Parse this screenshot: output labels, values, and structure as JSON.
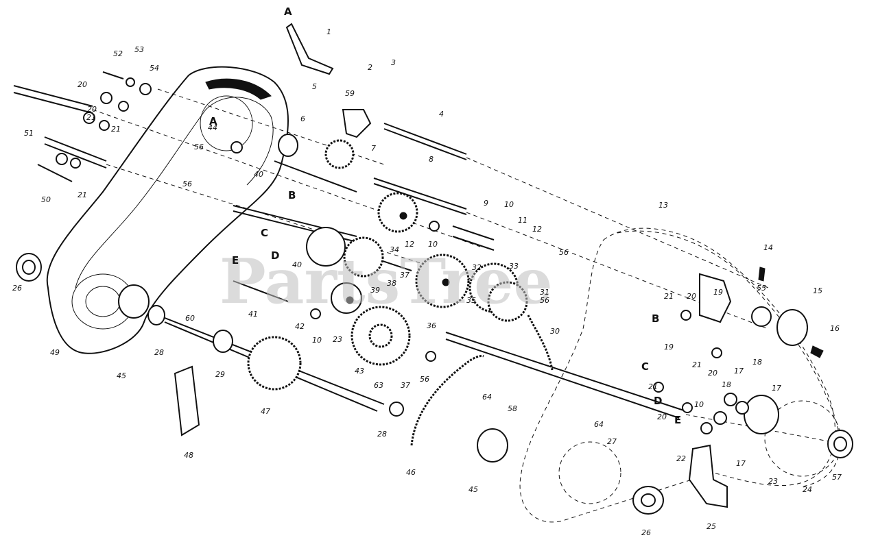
{
  "watermark": "PartsTree",
  "reference_letters": [
    "A",
    "B",
    "C",
    "D",
    "E",
    "A",
    "B",
    "C",
    "D",
    "E"
  ],
  "callouts": [
    "1",
    "2",
    "3",
    "4",
    "5",
    "6",
    "7",
    "8",
    "9",
    "10",
    "10",
    "10",
    "10",
    "11",
    "12",
    "12",
    "13",
    "14",
    "15",
    "16",
    "17",
    "17",
    "17",
    "18",
    "18",
    "19",
    "19",
    "20",
    "20",
    "20",
    "20",
    "20",
    "21",
    "21",
    "21",
    "21",
    "21",
    "21",
    "22",
    "23",
    "23",
    "24",
    "25",
    "26",
    "26",
    "27",
    "28",
    "28",
    "29",
    "30",
    "31",
    "32",
    "33",
    "34",
    "35",
    "36",
    "37",
    "37",
    "38",
    "39",
    "40",
    "40",
    "41",
    "42",
    "43",
    "44",
    "45",
    "45",
    "46",
    "47",
    "48",
    "49",
    "50",
    "51",
    "52",
    "53",
    "54",
    "55",
    "56",
    "56",
    "56",
    "56",
    "56",
    "57",
    "58",
    "59",
    "60",
    "63",
    "64",
    "64"
  ]
}
